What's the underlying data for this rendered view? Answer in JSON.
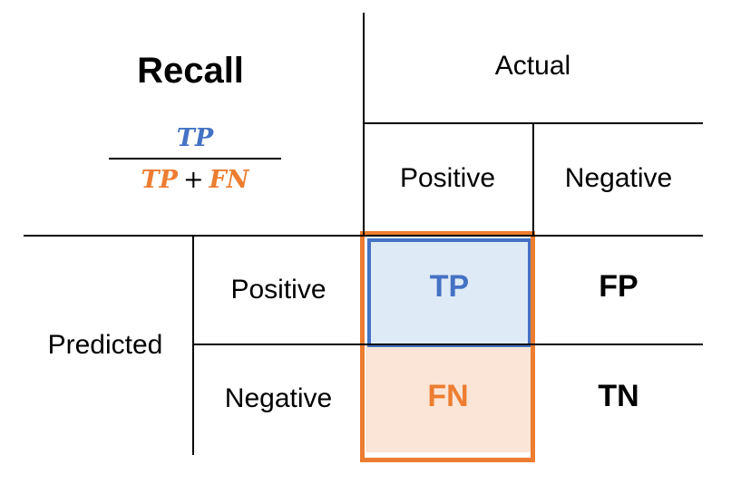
{
  "title": "Recall",
  "formula": {
    "numerator": "TP",
    "denominator_tp": "TP",
    "denominator_op": "+",
    "denominator_fn": "FN"
  },
  "axes": {
    "actual": "Actual",
    "predicted": "Predicted",
    "actual_positive": "Positive",
    "actual_negative": "Negative",
    "predicted_positive": "Positive",
    "predicted_negative": "Negative"
  },
  "cells": {
    "tp": "TP",
    "fp": "FP",
    "fn": "FN",
    "tn": "TN"
  },
  "colors": {
    "tp_accent": "#4472C4",
    "tp_fill": "#DEEAF6",
    "fn_accent": "#ED7D31",
    "fn_fill": "#FBE5D6",
    "text": "#000000"
  }
}
